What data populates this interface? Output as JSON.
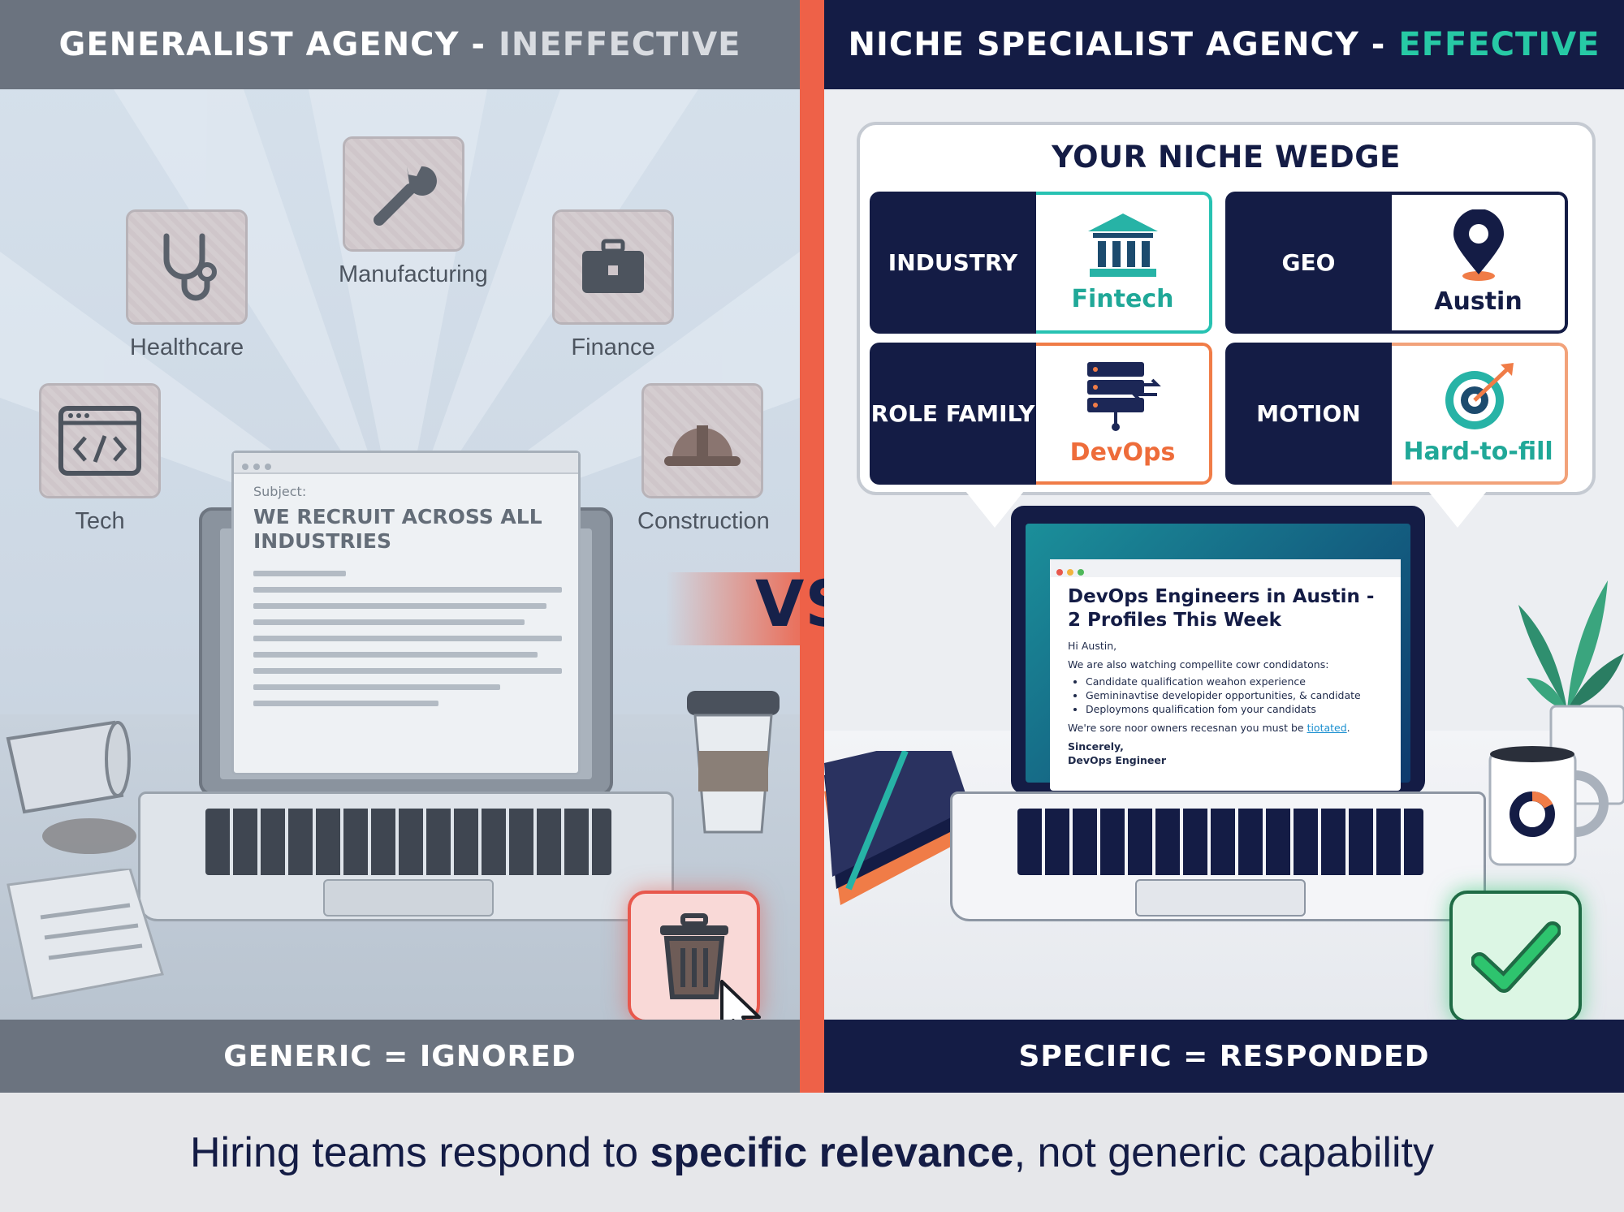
{
  "left": {
    "header_prefix": "GENERALIST AGENCY -",
    "header_accent": "INEFFECTIVE",
    "industries": [
      {
        "label": "Healthcare"
      },
      {
        "label": "Manufacturing"
      },
      {
        "label": "Finance"
      },
      {
        "label": "Tech"
      },
      {
        "label": "Construction"
      }
    ],
    "email": {
      "subject_label": "Subject:",
      "title": "WE RECRUIT ACROSS ALL INDUSTRIES"
    },
    "footer": "GENERIC = IGNORED"
  },
  "vs": "VS.",
  "right": {
    "header_prefix": "NICHE SPECIALIST AGENCY -",
    "header_accent": "EFFECTIVE",
    "wedge": {
      "title": "YOUR NICHE WEDGE",
      "cells": [
        {
          "key": "INDUSTRY",
          "value": "Fintech"
        },
        {
          "key": "GEO",
          "value": "Austin"
        },
        {
          "key": "ROLE FAMILY",
          "value": "DevOps"
        },
        {
          "key": "MOTION",
          "value": "Hard-to-fill"
        }
      ]
    },
    "email": {
      "title": "DevOps Engineers in Austin - 2 Profiles This Week",
      "greeting": "Hi Austin,",
      "intro": "We are also watching compellite cowr condidatons:",
      "bullets": [
        "Candidate qualification weahon experience",
        "Gemininavtise developider opportunities, & candidate",
        "Deploymons qualification fom your candidats"
      ],
      "closing_line": "We're sore noor owners recesnan you must be",
      "closing_link": "tiotated",
      "signoff": "Sincerely,",
      "signature": "DevOps Engineer"
    },
    "footer": "SPECIFIC = RESPONDED"
  },
  "tagline": {
    "before": "Hiring teams respond to ",
    "bold": "specific relevance",
    "after": ", not generic capability"
  },
  "colors": {
    "divider": "#ee6148",
    "navy": "#141c45",
    "teal": "#27c2b2",
    "orange": "#f07c47",
    "gray_header": "#6b737f"
  }
}
